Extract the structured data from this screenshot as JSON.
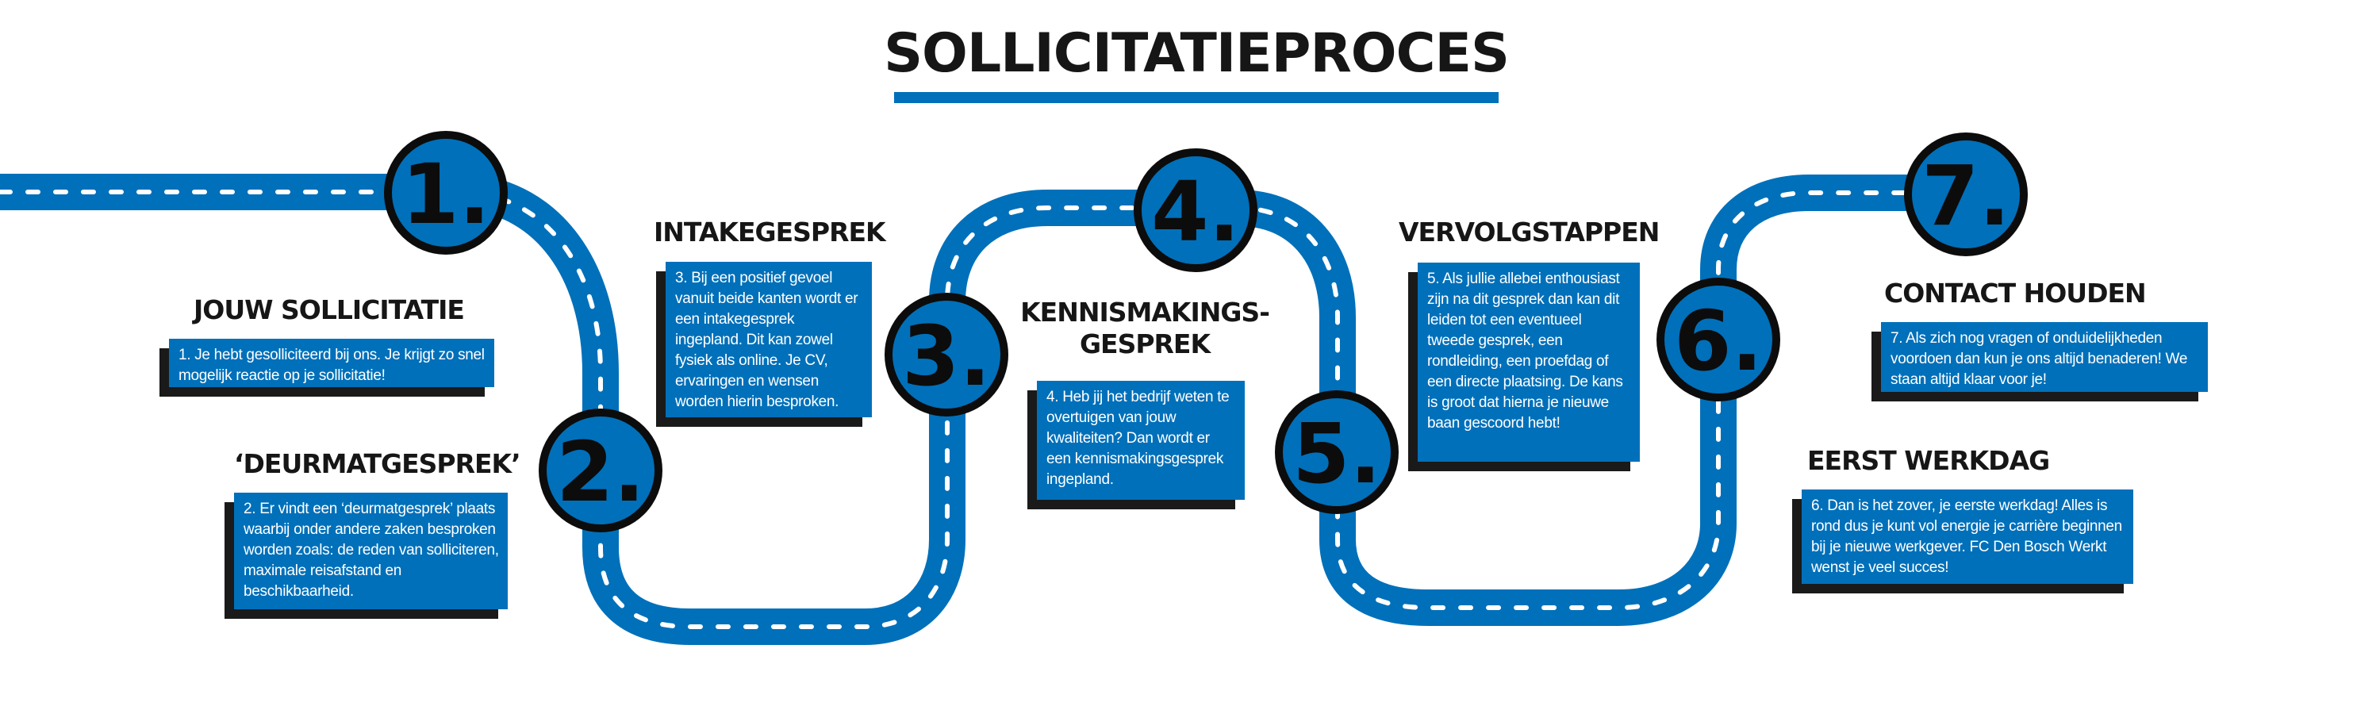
{
  "title": "SOLLICITATIEPROCES",
  "colors": {
    "accent": "#0070ba",
    "ink": "#161616",
    "shadow": "#1a1a1a",
    "road_marking": "#ffffff"
  },
  "steps": [
    {
      "number": "1.",
      "heading": "JOUW SOLLICITATIE",
      "text": "1. Je hebt gesolliciteerd bij ons. Je krijgt zo snel mogelijk reactie op je sollicitatie!"
    },
    {
      "number": "2.",
      "heading": "‘DEURMATGESPREK’",
      "text": "2. Er vindt een ‘deurmatgesprek’ plaats waarbij onder andere zaken besproken worden zoals: de reden van solliciteren, maximale reisafstand en beschikbaarheid."
    },
    {
      "number": "3.",
      "heading": "INTAKEGESPREK",
      "text": "3. Bij een positief gevoel vanuit beide kanten wordt er een intakegesprek ingepland. Dit kan zowel fysiek als online. Je CV, ervaringen en wensen worden hierin besproken."
    },
    {
      "number": "4.",
      "heading_line1": "KENNISMAKINGS-",
      "heading_line2": "GESPREK",
      "text": "4. Heb jij het bedrijf weten te overtuigen van jouw kwaliteiten? Dan wordt er een kennismakingsgesprek ingepland."
    },
    {
      "number": "5.",
      "heading": "VERVOLGSTAPPEN",
      "text": "5. Als jullie allebei enthousiast zijn na dit gesprek dan kan dit leiden tot een eventueel tweede gesprek, een rondleiding, een proefdag of een directe plaatsing. De kans is groot dat hierna je nieuwe baan gescoord hebt!"
    },
    {
      "number": "6.",
      "heading": "EERST WERKDAG",
      "text": "6. Dan is het zover, je eerste werkdag! Alles is rond dus je kunt vol energie je carrière beginnen bij je nieuwe werkgever. FC Den Bosch Werkt wenst je veel succes!"
    },
    {
      "number": "7.",
      "heading": "CONTACT HOUDEN",
      "text": "7. Als zich nog vragen of onduidelijkheden voordoen dan kun je ons altijd benaderen! We staan altijd klaar voor je!"
    }
  ]
}
